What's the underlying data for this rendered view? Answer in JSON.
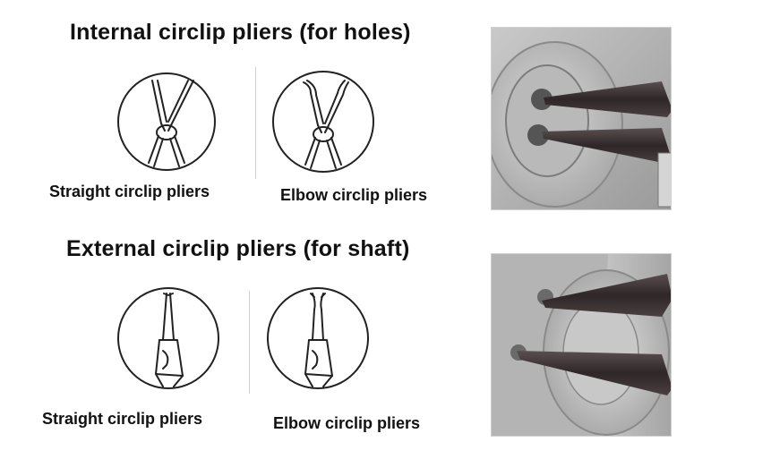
{
  "internal": {
    "title": "Internal circlip pliers (for holes)",
    "straight_label": "Straight circlip pliers",
    "elbow_label": "Elbow circlip pliers"
  },
  "external": {
    "title": "External circlip pliers (for shaft)",
    "straight_label": "Straight circlip pliers",
    "elbow_label": "Elbow circlip pliers"
  },
  "icons": {
    "internal_straight": "straight-internal-circlip-pliers-icon",
    "internal_elbow": "elbow-internal-circlip-pliers-icon",
    "external_straight": "straight-external-circlip-pliers-icon",
    "external_elbow": "elbow-external-circlip-pliers-icon"
  }
}
